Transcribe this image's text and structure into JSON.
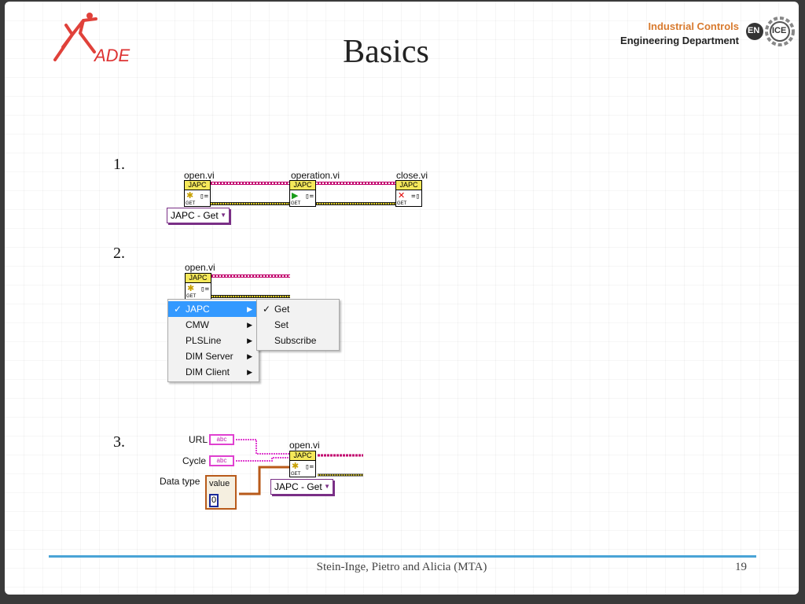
{
  "slide": {
    "title": "Basics",
    "logo_text": "ADE",
    "dept_line1": "Industrial Controls",
    "dept_line2": "Engineering Department",
    "badge_en": "EN",
    "badge_ice": "ICE",
    "footer": "Stein-Inge, Pietro and Alicia (MTA)",
    "page_number": "19"
  },
  "step1": {
    "number": "1.",
    "labels": [
      "open.vi",
      "operation.vi",
      "close.vi"
    ],
    "vi_header": "JAPC",
    "vi_footer": "GET",
    "ring_value": "JAPC - Get"
  },
  "step2": {
    "number": "2.",
    "label": "open.vi",
    "menu": [
      "JAPC",
      "CMW",
      "PLSLine",
      "DIM Server",
      "DIM Client"
    ],
    "submenu": [
      "Get",
      "Set",
      "Subscribe"
    ]
  },
  "step3": {
    "number": "3.",
    "input_labels": [
      "URL",
      "Cycle",
      "Data type"
    ],
    "string_glyph": "abc",
    "cluster_label": "value",
    "numeric_value": "0",
    "label": "open.vi",
    "ring_value": "JAPC - Get"
  },
  "colors": {
    "accent_line": "#4aa3d6",
    "wire_pink": "#c2006e",
    "wire_yellow": "#d9c71e",
    "vi_header": "#f5e85a"
  }
}
